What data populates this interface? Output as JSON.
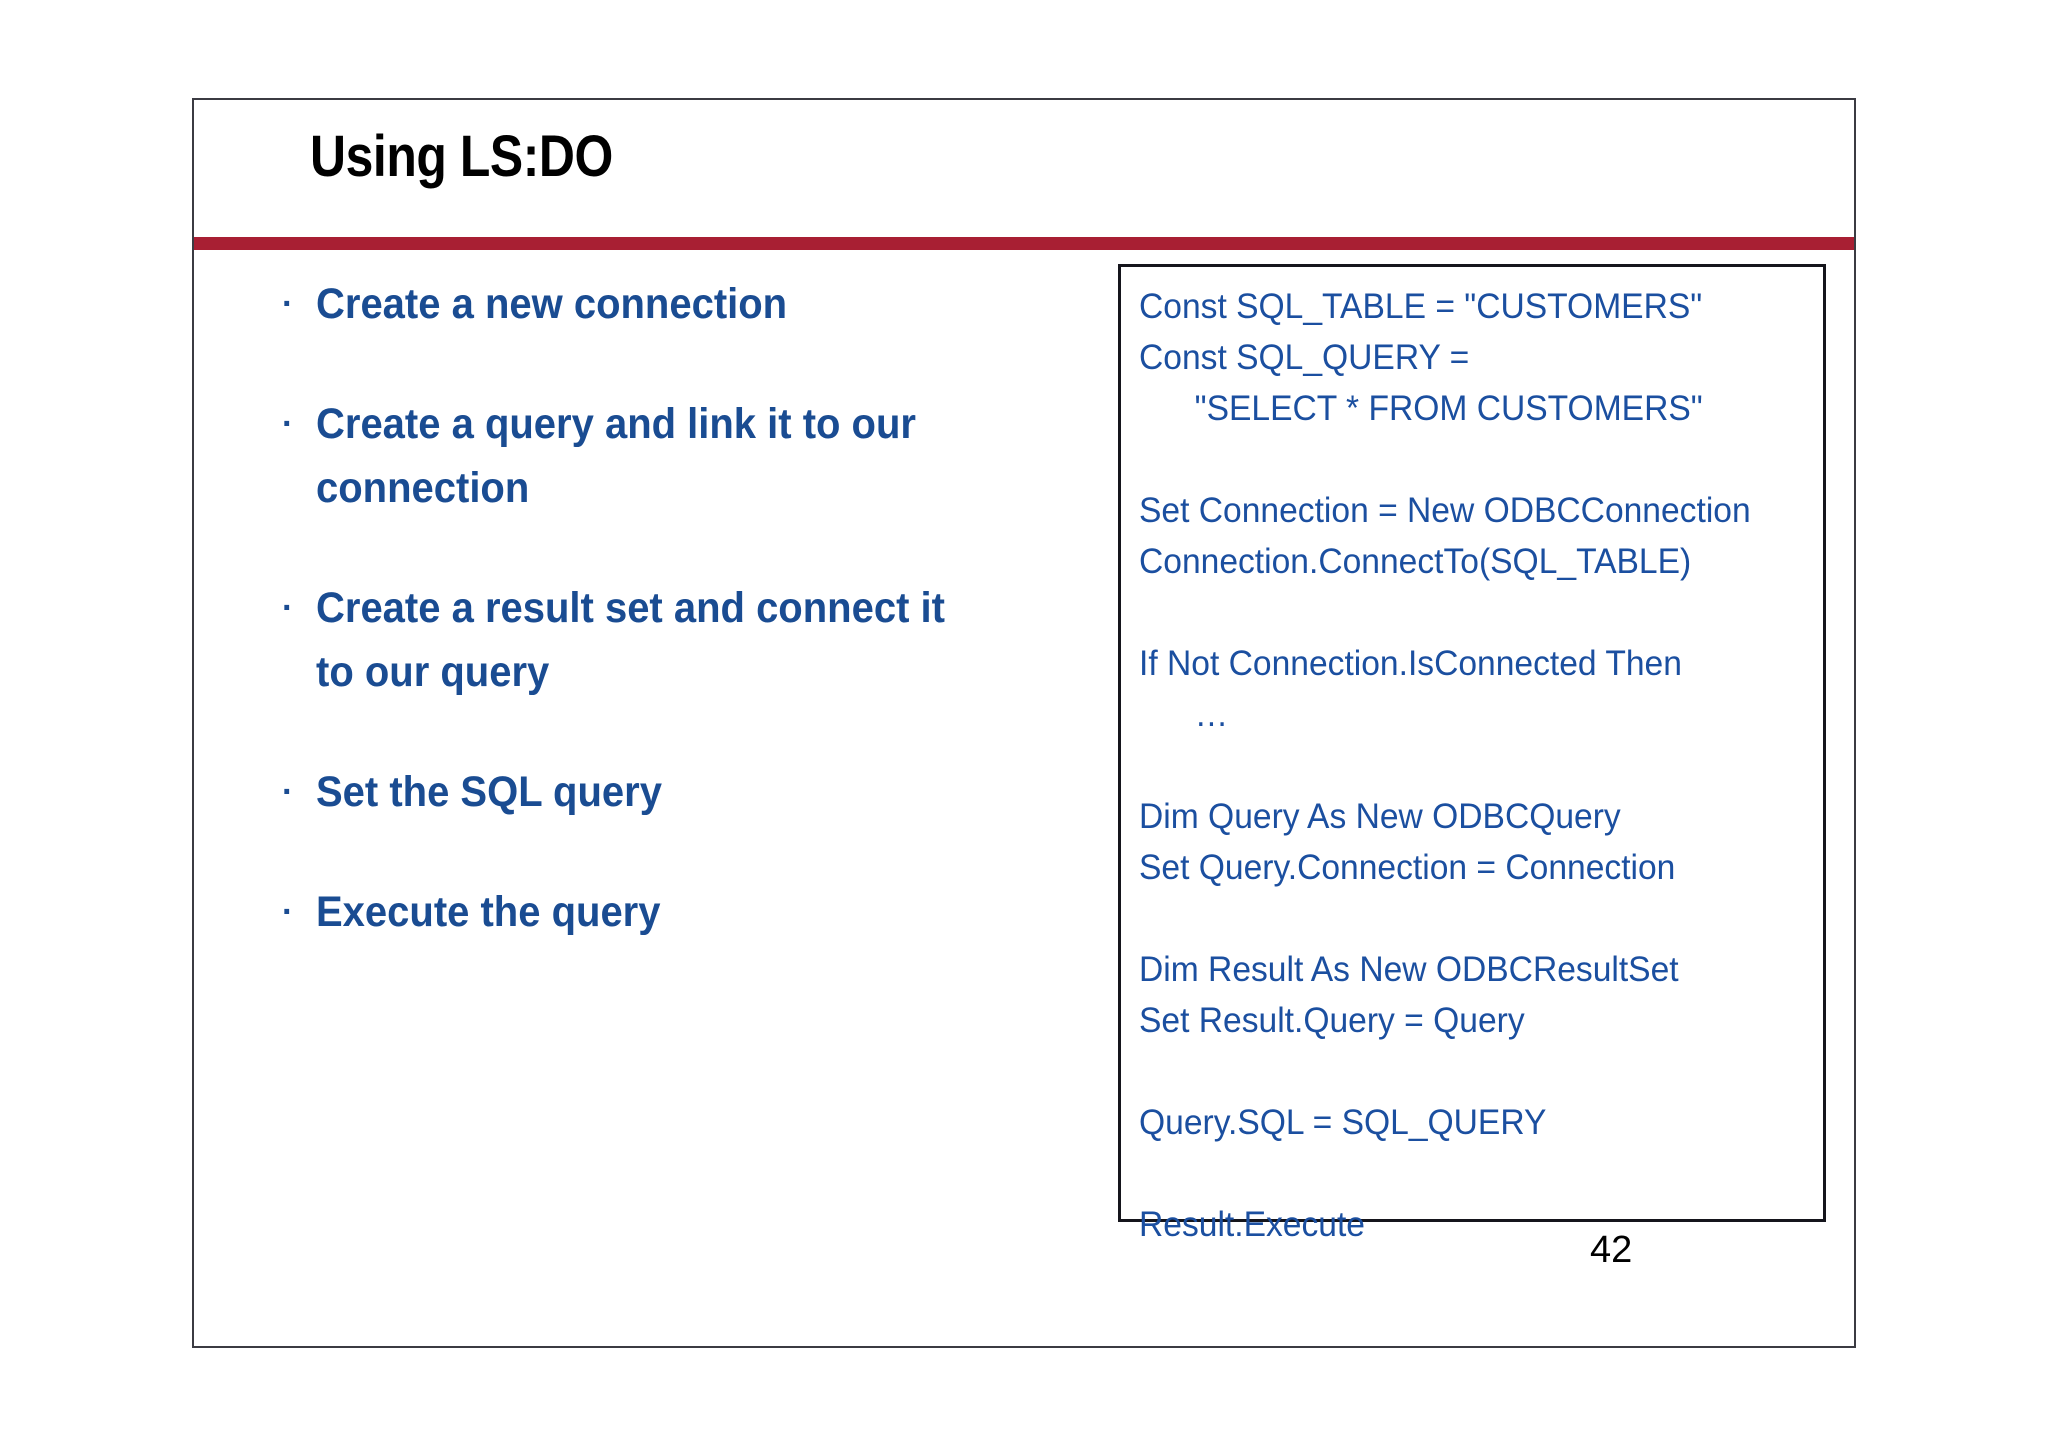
{
  "slide": {
    "title": "Using LS:DO",
    "page_number": "42",
    "accent_color": "#A81F33",
    "text_color": "#1A4C92",
    "code_color": "#1B4FA0",
    "border_color": "#3b3b42"
  },
  "bullets": [
    {
      "marker": "·",
      "text": "Create a new connection"
    },
    {
      "marker": "·",
      "text": "Create a query and link it to our connection"
    },
    {
      "marker": "·",
      "text": "Create a result set and connect it to our query"
    },
    {
      "marker": "·",
      "text": "Set the SQL query"
    },
    {
      "marker": "·",
      "text": "Execute the query"
    }
  ],
  "code_box": {
    "lines": [
      {
        "text": "Const SQL_TABLE = \"CUSTOMERS\"",
        "indent": false,
        "blank": false
      },
      {
        "text": "Const SQL_QUERY =",
        "indent": false,
        "blank": false
      },
      {
        "text": "\"SELECT * FROM CUSTOMERS\"",
        "indent": true,
        "blank": false
      },
      {
        "text": " ",
        "indent": false,
        "blank": true
      },
      {
        "text": "Set Connection = New ODBCConnection",
        "indent": false,
        "blank": false
      },
      {
        "text": "Connection.ConnectTo(SQL_TABLE)",
        "indent": false,
        "blank": false
      },
      {
        "text": " ",
        "indent": false,
        "blank": true
      },
      {
        "text": "If Not Connection.IsConnected Then",
        "indent": false,
        "blank": false
      },
      {
        "text": "…",
        "indent": true,
        "blank": false
      },
      {
        "text": " ",
        "indent": false,
        "blank": true
      },
      {
        "text": "Dim Query As New ODBCQuery",
        "indent": false,
        "blank": false
      },
      {
        "text": "Set Query.Connection = Connection",
        "indent": false,
        "blank": false
      },
      {
        "text": " ",
        "indent": false,
        "blank": true
      },
      {
        "text": "Dim Result As New ODBCResultSet",
        "indent": false,
        "blank": false
      },
      {
        "text": "Set Result.Query = Query",
        "indent": false,
        "blank": false
      },
      {
        "text": " ",
        "indent": false,
        "blank": true
      },
      {
        "text": "Query.SQL = SQL_QUERY",
        "indent": false,
        "blank": false
      },
      {
        "text": " ",
        "indent": false,
        "blank": true
      },
      {
        "text": "Result.Execute",
        "indent": false,
        "blank": false
      }
    ]
  }
}
